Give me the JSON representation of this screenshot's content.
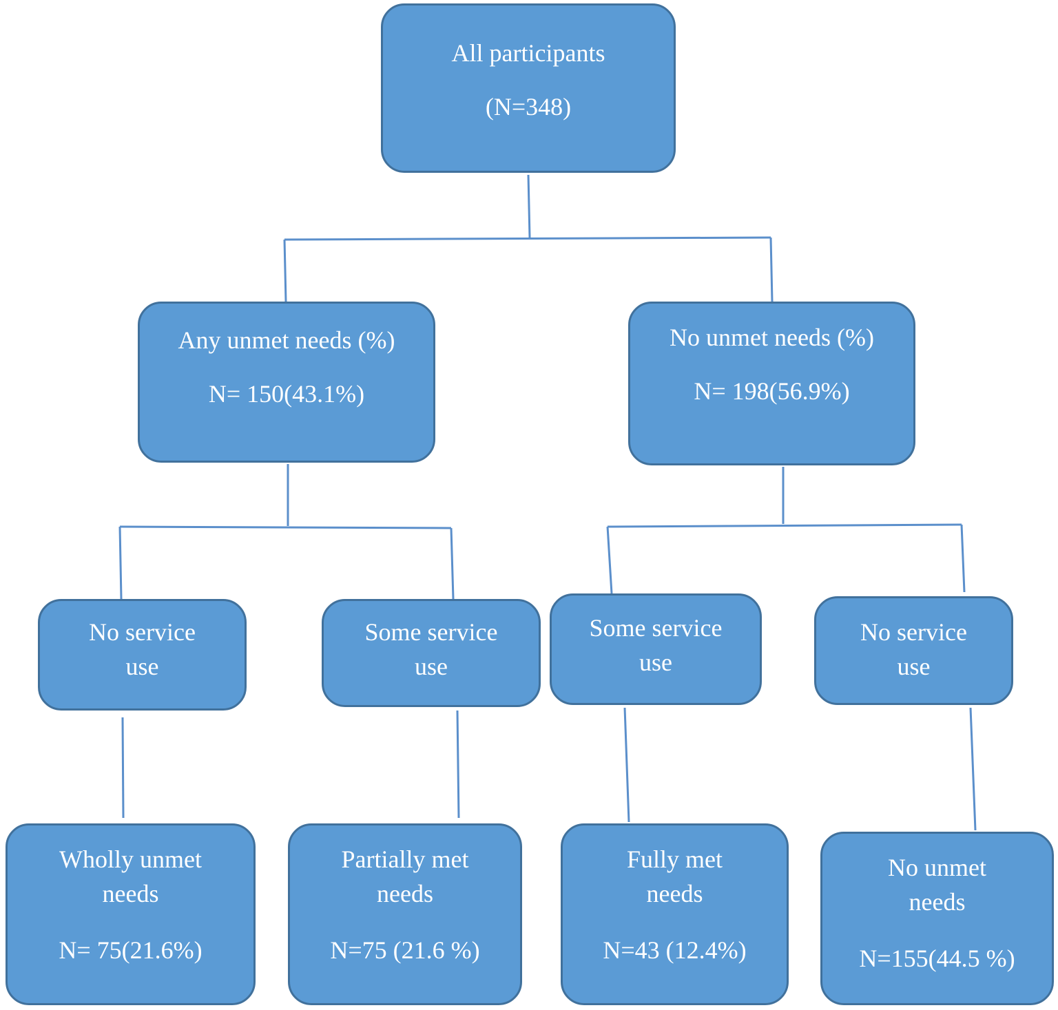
{
  "nodes": {
    "root": {
      "line1": "All participants",
      "line2": "(N=348)"
    },
    "any_unmet": {
      "line1": "Any unmet needs (%)",
      "line2": "N= 150(43.1%)"
    },
    "no_unmet_top": {
      "line1": "No unmet needs (%)",
      "line2": "N= 198(56.9%)"
    },
    "no_service_left": {
      "line1": "No service",
      "line2": "use"
    },
    "some_service_left": {
      "line1": "Some service",
      "line2": "use"
    },
    "some_service_right": {
      "line1": "Some service",
      "line2": "use"
    },
    "no_service_right": {
      "line1": "No service",
      "line2": "use"
    },
    "wholly_unmet": {
      "line1": "Wholly unmet",
      "line2": "needs",
      "count": "N= 75(21.6%)"
    },
    "partially_met": {
      "line1": "Partially met",
      "line2": "needs",
      "count": "N=75 (21.6 %)"
    },
    "fully_met": {
      "line1": "Fully met",
      "line2": "needs",
      "count": "N=43 (12.4%)"
    },
    "no_unmet_bottom": {
      "line1": "No unmet",
      "line2": "needs",
      "count": "N=155(44.5 %)"
    }
  },
  "colors": {
    "box_fill": "#5b9bd5",
    "box_border": "#41719c",
    "connector": "#5b8fcb",
    "text": "#ffffff"
  }
}
